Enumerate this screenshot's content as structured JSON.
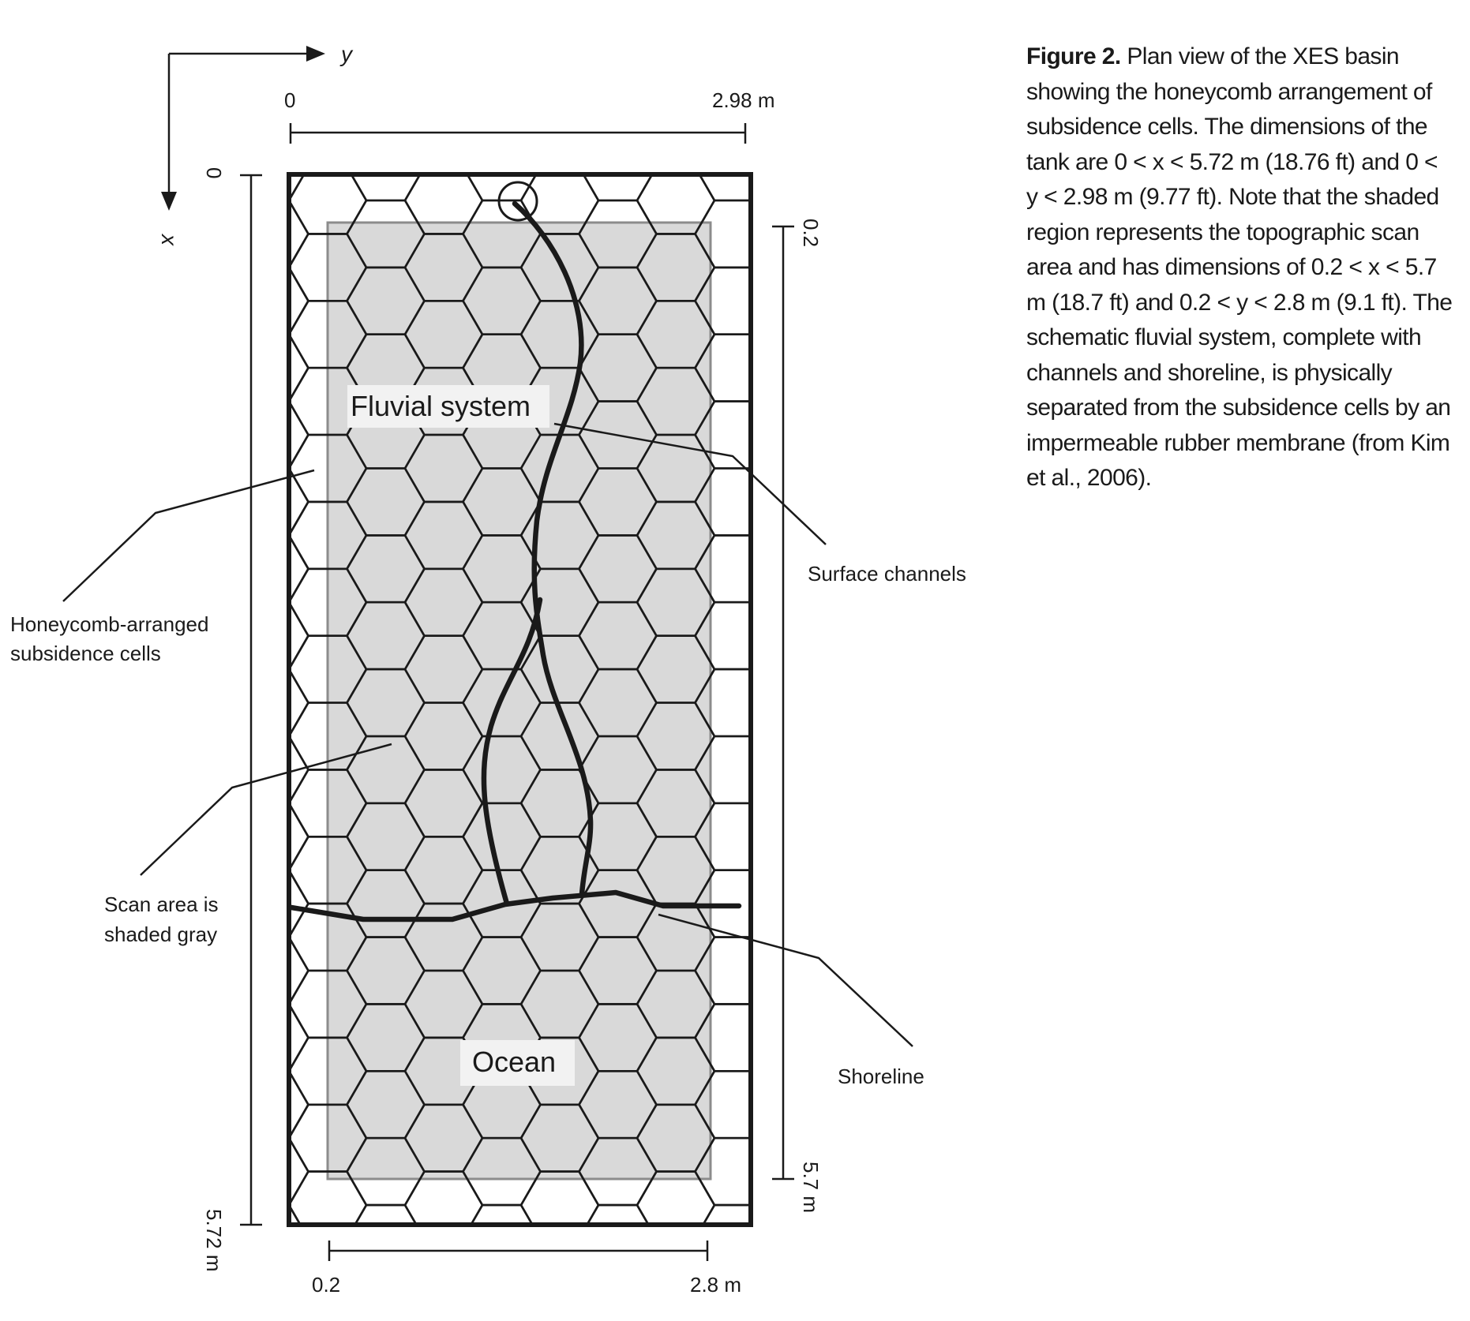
{
  "axes": {
    "x_symbol": "x",
    "y_symbol": "y"
  },
  "dimensions": {
    "top_left": "0",
    "top_right": "2.98 m",
    "left_top": "0",
    "left_bottom": "5.72 m",
    "right_top": "0.2",
    "right_bottom": "5.7 m",
    "bottom_left": "0.2",
    "bottom_right": "2.8 m"
  },
  "labels": {
    "fluvial": "Fluvial system",
    "ocean": "Ocean",
    "surface_channels": "Surface channels",
    "honeycomb_line1": "Honeycomb-arranged",
    "honeycomb_line2": "subsidence cells",
    "scan_line1": "Scan area is",
    "scan_line2": "shaded gray",
    "shoreline": "Shoreline"
  },
  "caption": {
    "label": "Figure 2.",
    "text": "Plan view of the XES basin showing the honeycomb arrangement of subsidence cells. The dimensions of the tank are 0 < x < 5.72 m (18.76 ft) and 0 < y < 2.98 m (9.77 ft). Note that the shaded region represents the topographic scan area and has dimensions of 0.2 < x < 5.7 m (18.7 ft) and 0.2 < y < 2.8 m (9.1 ft). The schematic fluvial system, complete with channels and shoreline, is physically separated from the subsidence cells by an impermeable rubber membrane (from Kim et al., 2006)."
  },
  "colors": {
    "scan_area": "#d9d9d9",
    "scan_border": "#8c8c8c",
    "ink": "#1a1a1a"
  }
}
